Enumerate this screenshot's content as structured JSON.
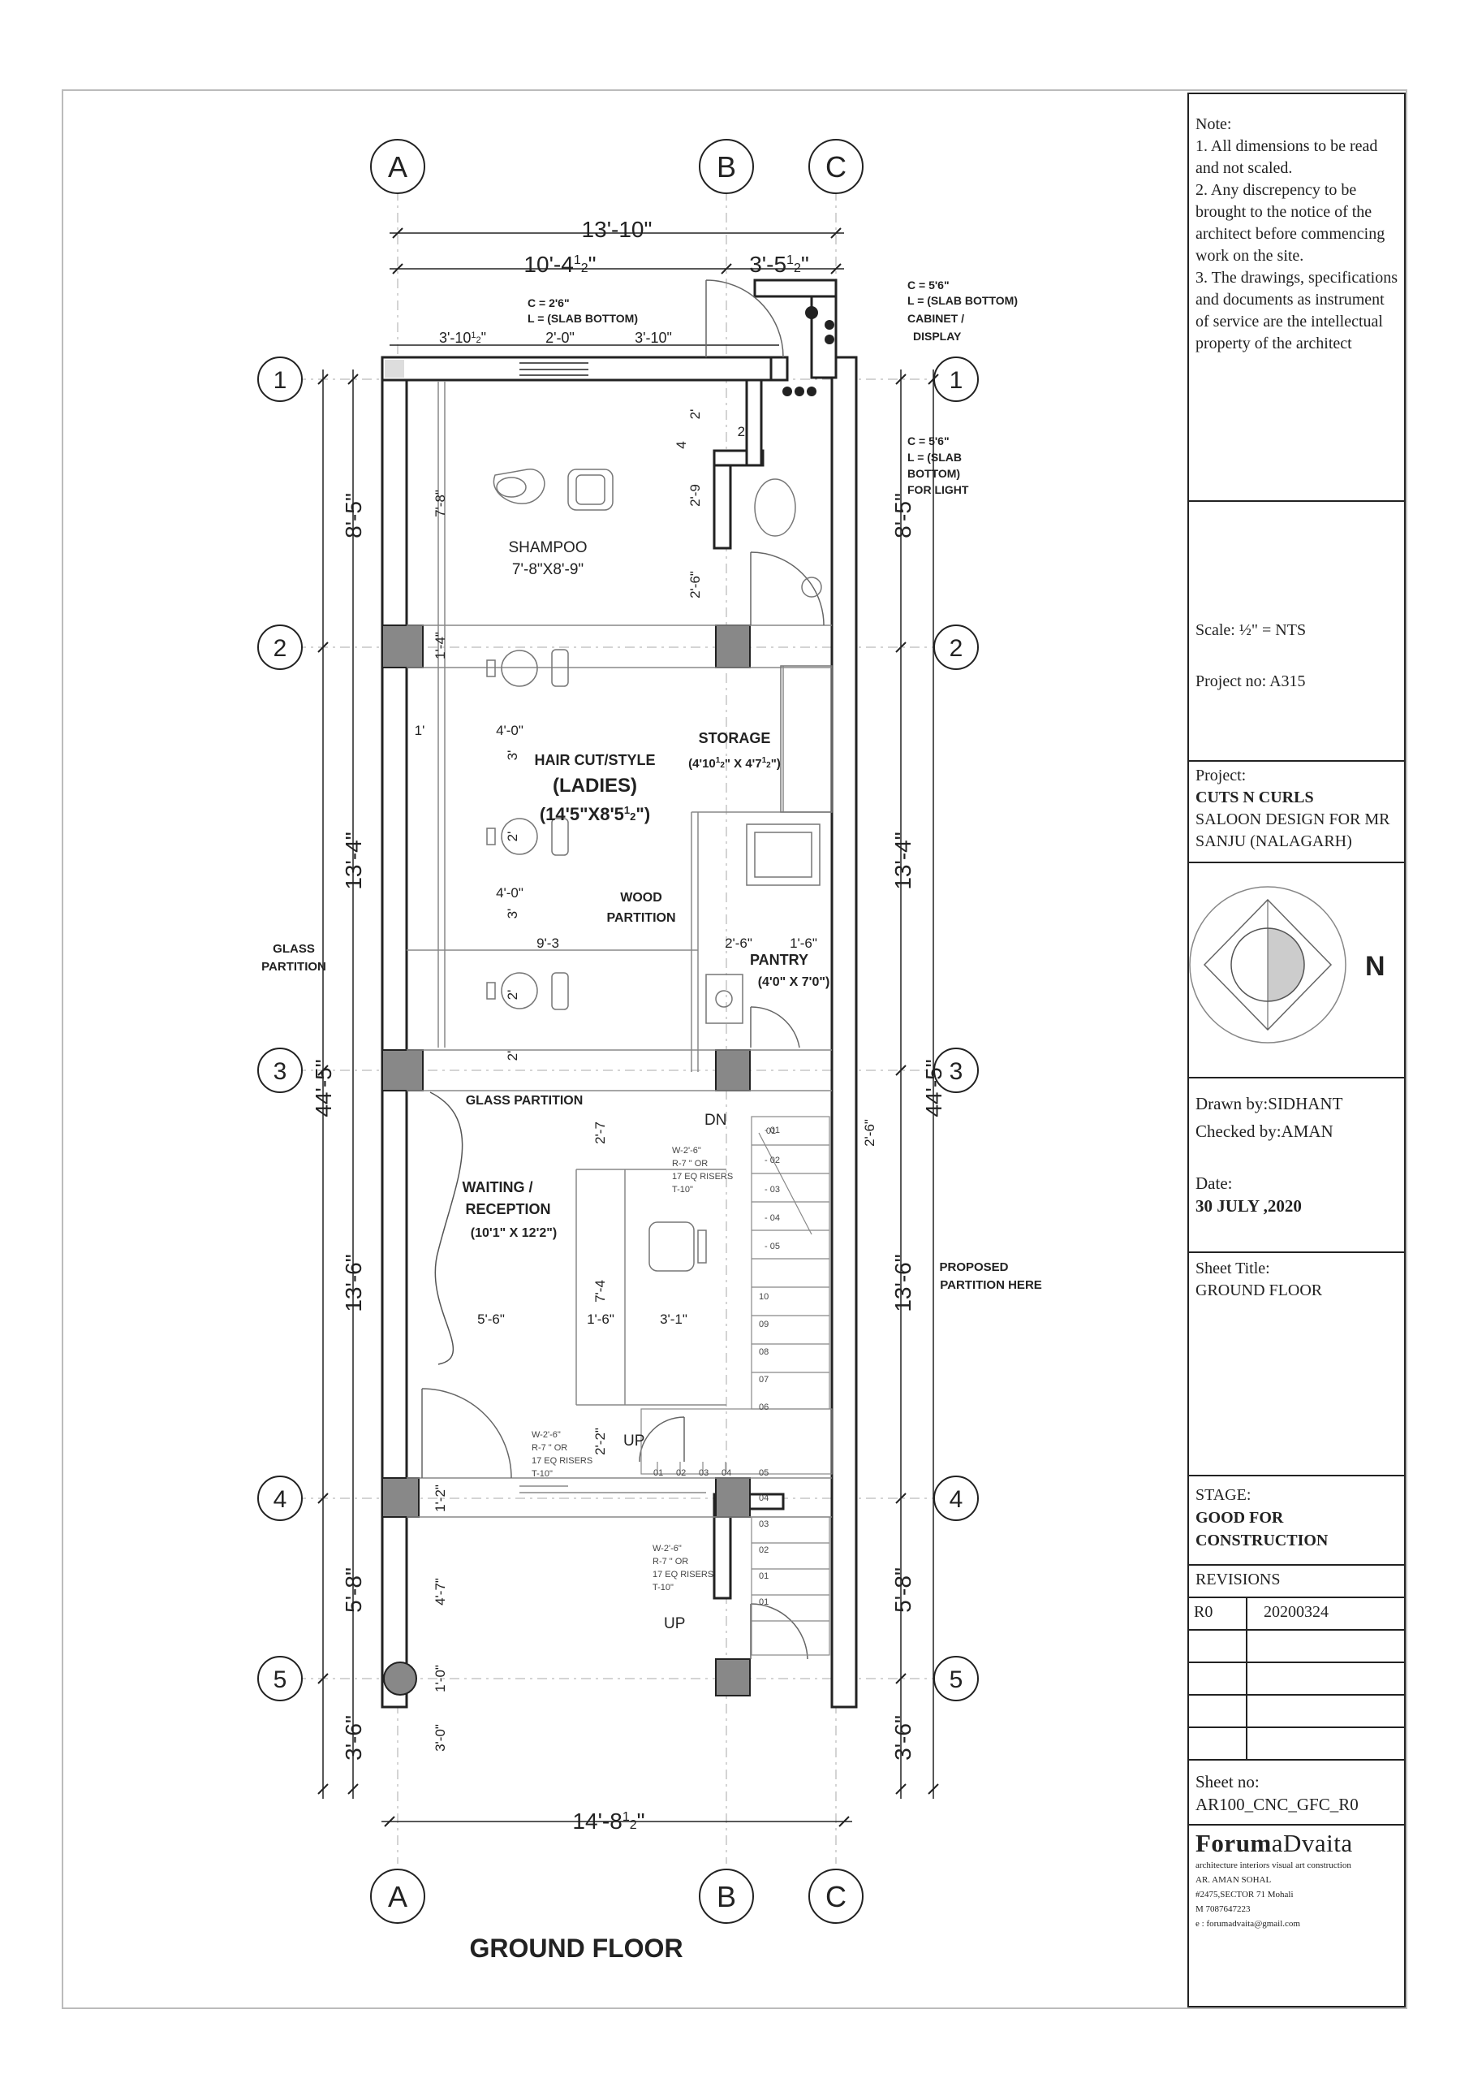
{
  "grid": {
    "cols": [
      "A",
      "B",
      "C"
    ],
    "rows": [
      "1",
      "2",
      "3",
      "4",
      "5"
    ]
  },
  "dims": {
    "top_overall": "13'-10\"",
    "top_left": "10'-4",
    "top_left_frac": "1",
    "top_left_frac2": "2",
    "top_right": "3'-5",
    "top_right_frac": "1",
    "top_right_frac2": "2",
    "win_1": "3'-10",
    "win_1_frac": "1",
    "win_1_frac2": "2",
    "win_2": "2'-0\"",
    "win_3": "3'-10\"",
    "left_1": "8'-5\"",
    "left_2": "13'-4\"",
    "left_3": "13'-6\"",
    "left_4": "5'-8\"",
    "left_5": "3'-6\"",
    "left_total": "44'-5\"",
    "right_1": "8'-5\"",
    "right_2": "13'-4\"",
    "right_3": "13'-6\"",
    "right_4": "5'-8\"",
    "right_5": "3'-6\"",
    "right_total": "44'-5\"",
    "bottom_overall": "14'-8",
    "bottom_overall_frac": "1",
    "bottom_overall_frac2": "2",
    "inner_7_8": "7'-8\"",
    "inner_1_4": "1'-4\"",
    "inner_1": "1'",
    "inner_4_0a": "4'-0\"",
    "inner_4_0b": "4'-0\"",
    "inner_3a": "3'",
    "inner_2a": "2'",
    "inner_3b": "3'",
    "inner_2b": "2'",
    "inner_9_3": "9'-3",
    "inner_2_6": "2'-6\"",
    "inner_1_6": "1'-6\"",
    "inner_2c": "2'",
    "inner_2d": "2'",
    "inner_2e": "2'",
    "inner_4_2": "4",
    "inner_2_9": "2'-9",
    "inner_2_6b": "2'-6\"",
    "inner_2_7": "2'-7",
    "inner_2_6c": "2'-6\"",
    "inner_7_4": "7'-4",
    "inner_5_6": "5'-6\"",
    "inner_1_6b": "1'-6\"",
    "inner_3_1": "3'-1\"",
    "inner_2_2": "2'-2\"",
    "inner_1_2": "1'-2\"",
    "inner_4_7": "4'-7\"",
    "inner_1_0": "1'-0\"",
    "inner_3_0": "3'-0\""
  },
  "rooms": {
    "shampoo": "SHAMPOO",
    "shampoo_size": "7'-8\"X8'-9\"",
    "haircut": "HAIR CUT/STYLE",
    "ladies": "(LADIES)",
    "haircut_size": "(14'5\"X8'5",
    "storage": "STORAGE",
    "storage_size": "(4'10",
    "storage_size_b": "\" X 4'7",
    "wood_partition": "WOOD",
    "wood_partition_2": "PARTITION",
    "pantry": "PANTRY",
    "pantry_size": "(4'0\" X 7'0\")",
    "waiting": "WAITING /",
    "reception": "RECEPTION",
    "waiting_size": "(10'1\" X 12'2\")",
    "glass_partition": "GLASS PARTITION",
    "glass_partition_side_1": "GLASS",
    "glass_partition_side_2": "PARTITION",
    "proposed_1": "PROPOSED",
    "proposed_2": "PARTITION HERE",
    "dn": "DN",
    "up1": "UP",
    "up2": "UP"
  },
  "notes_callouts": {
    "c1_1": "C = 2'6\"",
    "c1_2": "L = (SLAB BOTTOM)",
    "c2_1": "C = 5'6\"",
    "c2_2": "L = (SLAB BOTTOM)",
    "c2_3": "CABINET /",
    "c2_4": "DISPLAY",
    "c3_1": "C = 5'6\"",
    "c3_2": "L = (SLAB",
    "c3_3": "BOTTOM)",
    "c3_4": "FOR LIGHT"
  },
  "stair": {
    "note1_1": "W-2'-6\"",
    "note1_2": "R-7 \" OR",
    "note1_3": "17 EQ RISERS",
    "note1_4": "T-10\"",
    "upper_steps": [
      "01",
      "02",
      "03",
      "04",
      "05"
    ],
    "lower_steps": [
      "10",
      "09",
      "08",
      "07",
      "06"
    ],
    "landing_steps": [
      "01",
      "02",
      "03",
      "04",
      "05"
    ],
    "flight2": [
      "05",
      "04",
      "03",
      "02",
      "01"
    ]
  },
  "title": "GROUND FLOOR",
  "titleblock": {
    "note_head": "Note:",
    "note_1": "1. All dimensions to be read and not scaled.",
    "note_2": "2. Any discrepency to be brought to the notice of the architect before commencing work on the site.",
    "note_3": "3. The drawings, specifications and documents as instrument of service are the intellectual property of the architect",
    "scale": "Scale: ½\" = NTS",
    "project_no": "Project no: A315",
    "project_head": "Project:",
    "project_name": "CUTS N CURLS",
    "project_desc": "SALOON DESIGN FOR MR SANJU (NALAGARH)",
    "north": "N",
    "drawn_by": "Drawn by:SIDHANT",
    "checked_by": "Checked by:AMAN",
    "date_head": "Date:",
    "date": "30 JULY ,2020",
    "sheet_title_head": "Sheet Title:",
    "sheet_title": "GROUND FLOOR",
    "stage_head": "STAGE:",
    "stage": "GOOD FOR CONSTRUCTION",
    "revisions_head": "REVISIONS",
    "rev_code": "R0",
    "rev_date": "20200324",
    "sheet_no_head": "Sheet no:",
    "sheet_no": "AR100_CNC_GFC_R0",
    "firm_a": "Forum",
    "firm_b": "aDvaita",
    "firm_tag": "architecture interiors visual art construction",
    "firm_person": "AR. AMAN SOHAL",
    "firm_addr": "#2475,SECTOR 71 Mohali",
    "firm_phone": "M 7087647223",
    "firm_email": "e : forumadvaita@gmail.com"
  }
}
